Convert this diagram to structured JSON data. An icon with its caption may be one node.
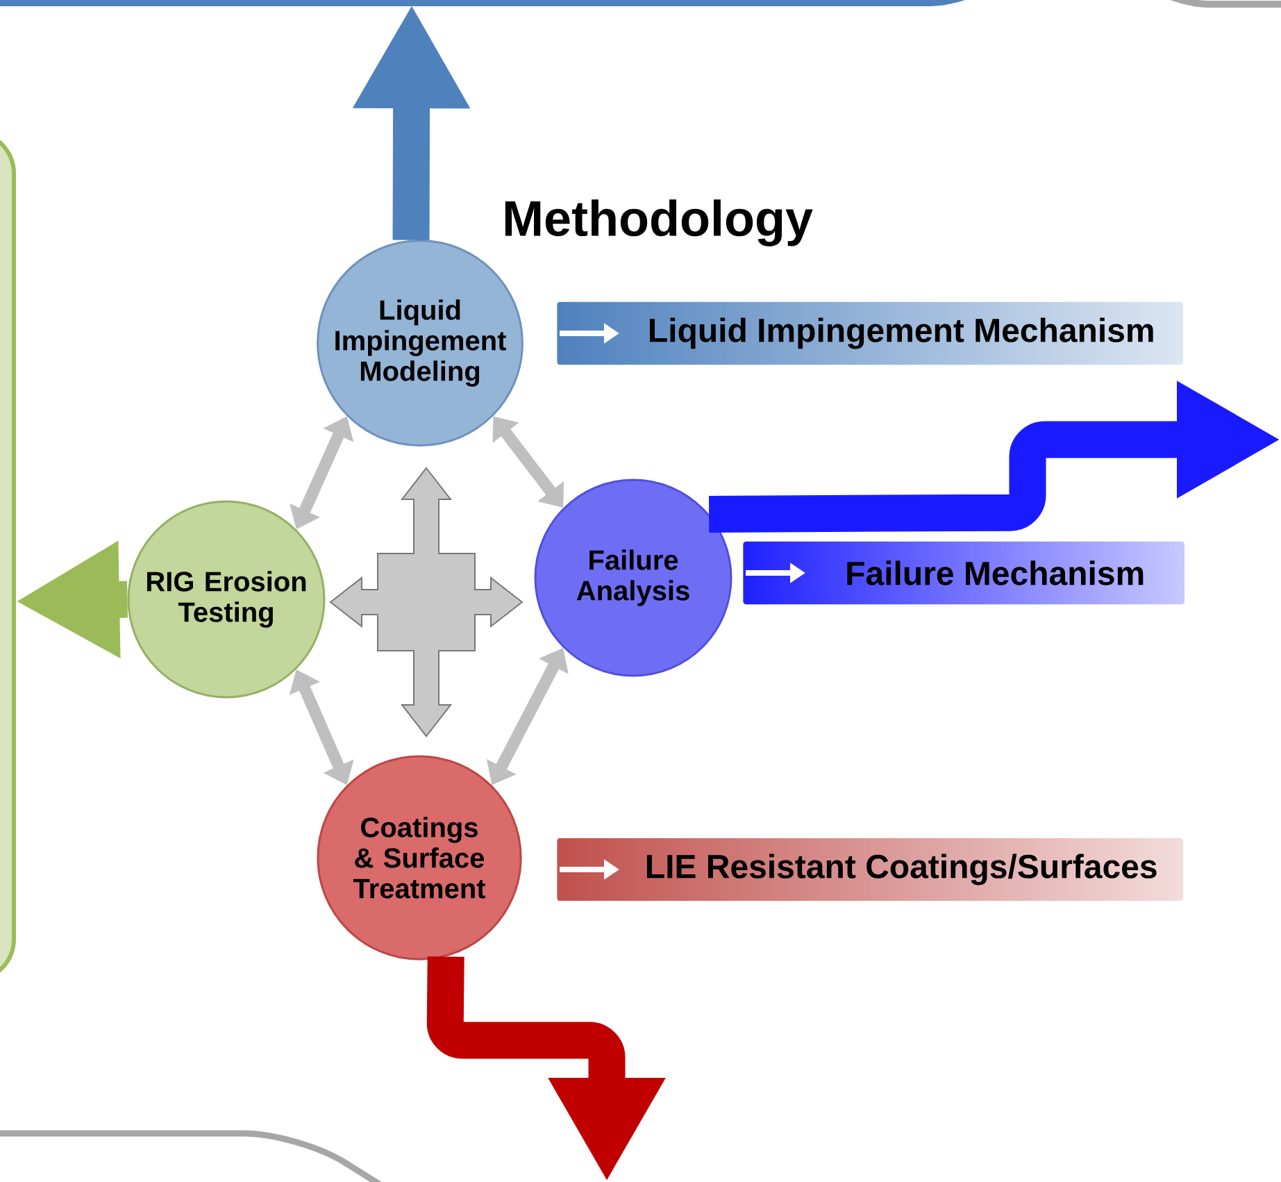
{
  "diagram": {
    "title": "Methodology",
    "nodes": [
      {
        "text": [
          "Liquid Impingement Modeling"
        ]
      },
      {
        "text": [
          "RIG Erosion Testing"
        ]
      },
      {
        "text": [
          "Failure Analysis"
        ]
      },
      {
        "text": [
          "Coatings & Surface Treatment"
        ]
      },
      {
        "text": [
          "Liquid Impingement Mechanism"
        ]
      },
      {
        "text": [
          "Failure Mechanism"
        ]
      },
      {
        "text": [
          "LIE Resistant Coatings/Surfaces"
        ]
      }
    ],
    "edges": [
      {
        "from": 0,
        "to": 1,
        "arrow": "both"
      },
      {
        "from": 0,
        "to": 2,
        "arrow": "both"
      },
      {
        "from": 1,
        "to": 3,
        "arrow": "both"
      },
      {
        "from": 2,
        "to": 3,
        "arrow": "both"
      },
      {
        "from": 0,
        "to": null,
        "arrow": "to",
        "style": "thick",
        "color": "#4f81bd"
      },
      {
        "from": 2,
        "to": null,
        "arrow": "to",
        "style": "thick",
        "color": "#1a1aff"
      },
      {
        "from": 1,
        "to": null,
        "arrow": "to",
        "style": "thick",
        "color": "#9bbb59"
      },
      {
        "from": 3,
        "to": null,
        "arrow": "to",
        "style": "thick",
        "color": "#c00000"
      }
    ]
  }
}
